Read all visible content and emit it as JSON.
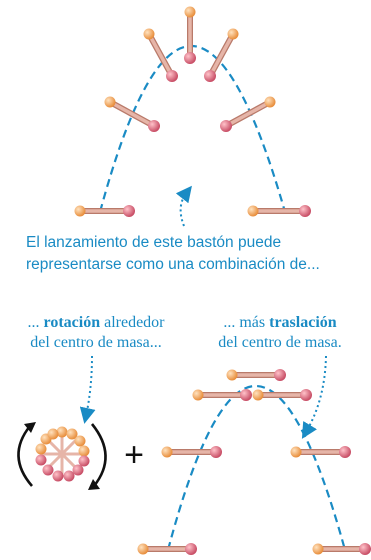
{
  "colors": {
    "path": "#1a8bc4",
    "rod": "#e6b5a8",
    "rod_edge": "#b97a6a",
    "end_a": "#f0a45a",
    "end_b": "#d9657a",
    "arrow": "#111111"
  },
  "main_caption": {
    "line1": "El lanzamiento de este bastón puede",
    "line2": "representarse como una combinación de..."
  },
  "left_caption": {
    "prefix": "... ",
    "bold": "rotación",
    "suffix": " alrededor",
    "line2": "del centro de masa..."
  },
  "right_caption": {
    "prefix": "... más ",
    "bold": "traslación",
    "line2": "del centro de masa."
  },
  "plus_sign": "+"
}
